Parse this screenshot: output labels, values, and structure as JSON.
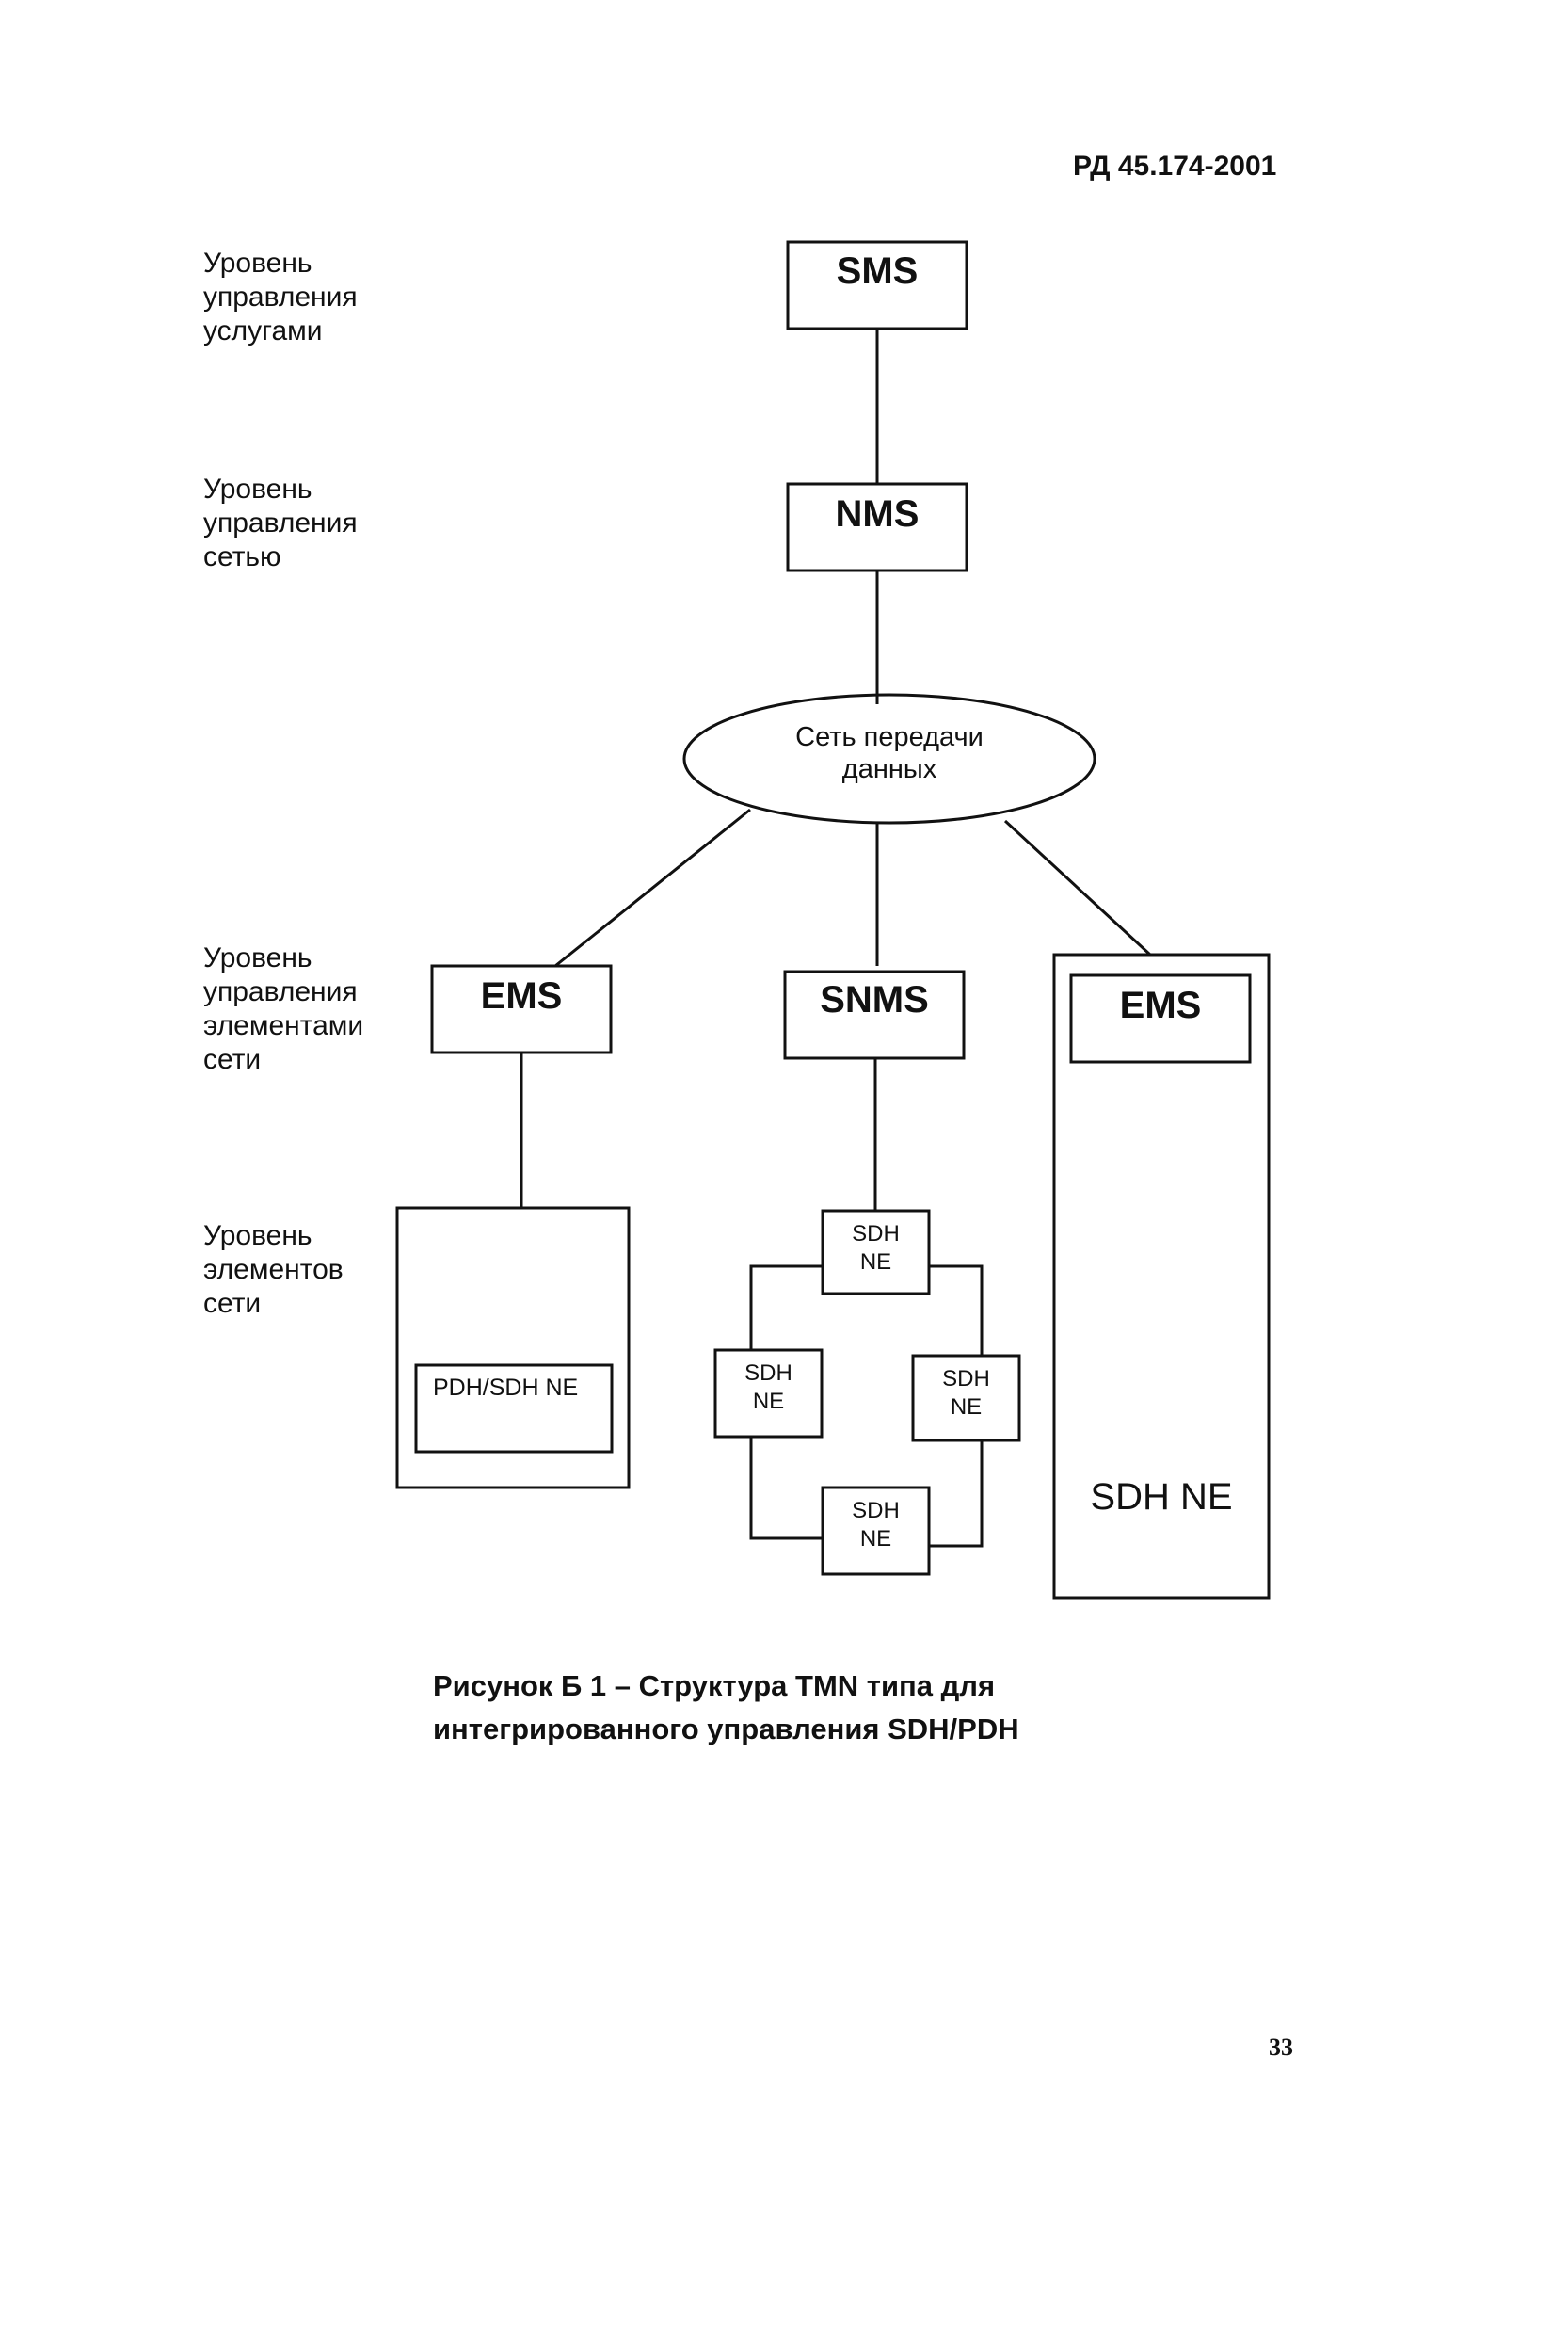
{
  "header": {
    "doc_code": "РД 45.174-2001"
  },
  "levels": {
    "services": "Уровень\nуправления\nуслугами",
    "network": "Уровень\nуправления\nсетью",
    "elements_mgmt": "Уровень\nуправления\nэлементами\nсети",
    "elements": "Уровень\nэлементов\nсети"
  },
  "nodes": {
    "sms": "SMS",
    "nms": "NMS",
    "data_network_line1": "Сеть передачи",
    "data_network_line2": "данных",
    "ems_left": "EMS",
    "snms": "SNMS",
    "ems_right": "EMS",
    "pdh_sdh_ne": "PDH/SDH NE",
    "sdh_ne_top": "SDH\nNE",
    "sdh_ne_left": "SDH\nNE",
    "sdh_ne_right": "SDH\nNE",
    "sdh_ne_bottom": "SDH\nNE",
    "sdh_ne_big": "SDH NE"
  },
  "caption": "Рисунок Б 1 – Структура TMN типа для\nинтегрированного управления SDH/PDH",
  "page_number": "33"
}
